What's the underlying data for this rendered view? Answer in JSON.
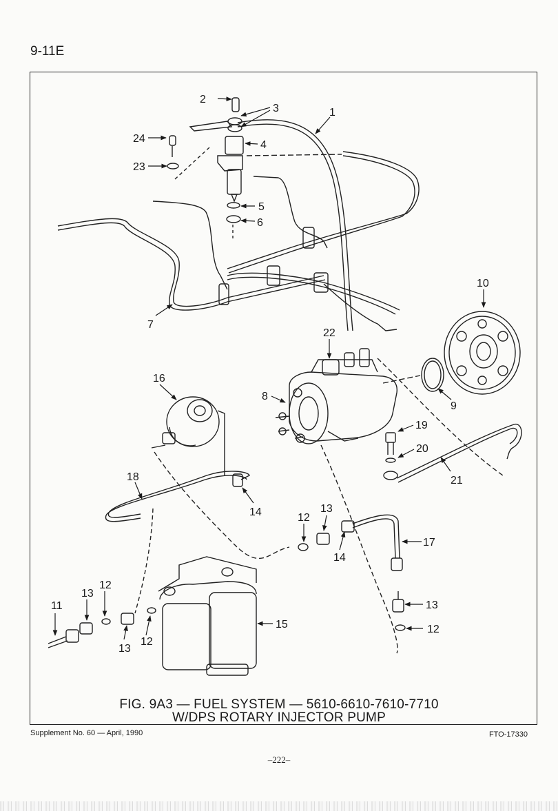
{
  "header": {
    "page_ref": "9-11E"
  },
  "figure": {
    "caption_line1": "FIG. 9A3 — FUEL SYSTEM — 5610-6610-7610-7710",
    "caption_line2": "W/DPS ROTARY INJECTOR PUMP",
    "callouts": [
      {
        "id": "c1",
        "text": "1"
      },
      {
        "id": "c2",
        "text": "2"
      },
      {
        "id": "c3",
        "text": "3"
      },
      {
        "id": "c4",
        "text": "4"
      },
      {
        "id": "c5",
        "text": "5"
      },
      {
        "id": "c6",
        "text": "6"
      },
      {
        "id": "c7",
        "text": "7"
      },
      {
        "id": "c8",
        "text": "8"
      },
      {
        "id": "c9",
        "text": "9"
      },
      {
        "id": "c10",
        "text": "10"
      },
      {
        "id": "c11",
        "text": "11"
      },
      {
        "id": "c12a",
        "text": "12"
      },
      {
        "id": "c12b",
        "text": "12"
      },
      {
        "id": "c12c",
        "text": "12"
      },
      {
        "id": "c12d",
        "text": "12"
      },
      {
        "id": "c13a",
        "text": "13"
      },
      {
        "id": "c13b",
        "text": "13"
      },
      {
        "id": "c13c",
        "text": "13"
      },
      {
        "id": "c13d",
        "text": "13"
      },
      {
        "id": "c14a",
        "text": "14"
      },
      {
        "id": "c14b",
        "text": "14"
      },
      {
        "id": "c15",
        "text": "15"
      },
      {
        "id": "c16",
        "text": "16"
      },
      {
        "id": "c17",
        "text": "17"
      },
      {
        "id": "c18",
        "text": "18"
      },
      {
        "id": "c19",
        "text": "19"
      },
      {
        "id": "c20",
        "text": "20"
      },
      {
        "id": "c21",
        "text": "21"
      },
      {
        "id": "c22",
        "text": "22"
      },
      {
        "id": "c23",
        "text": "23"
      },
      {
        "id": "c24",
        "text": "24"
      }
    ]
  },
  "footer": {
    "supplement": "Supplement No. 60 — April, 1990",
    "figure_code": "FTO-17330",
    "page_number": "–222–"
  }
}
